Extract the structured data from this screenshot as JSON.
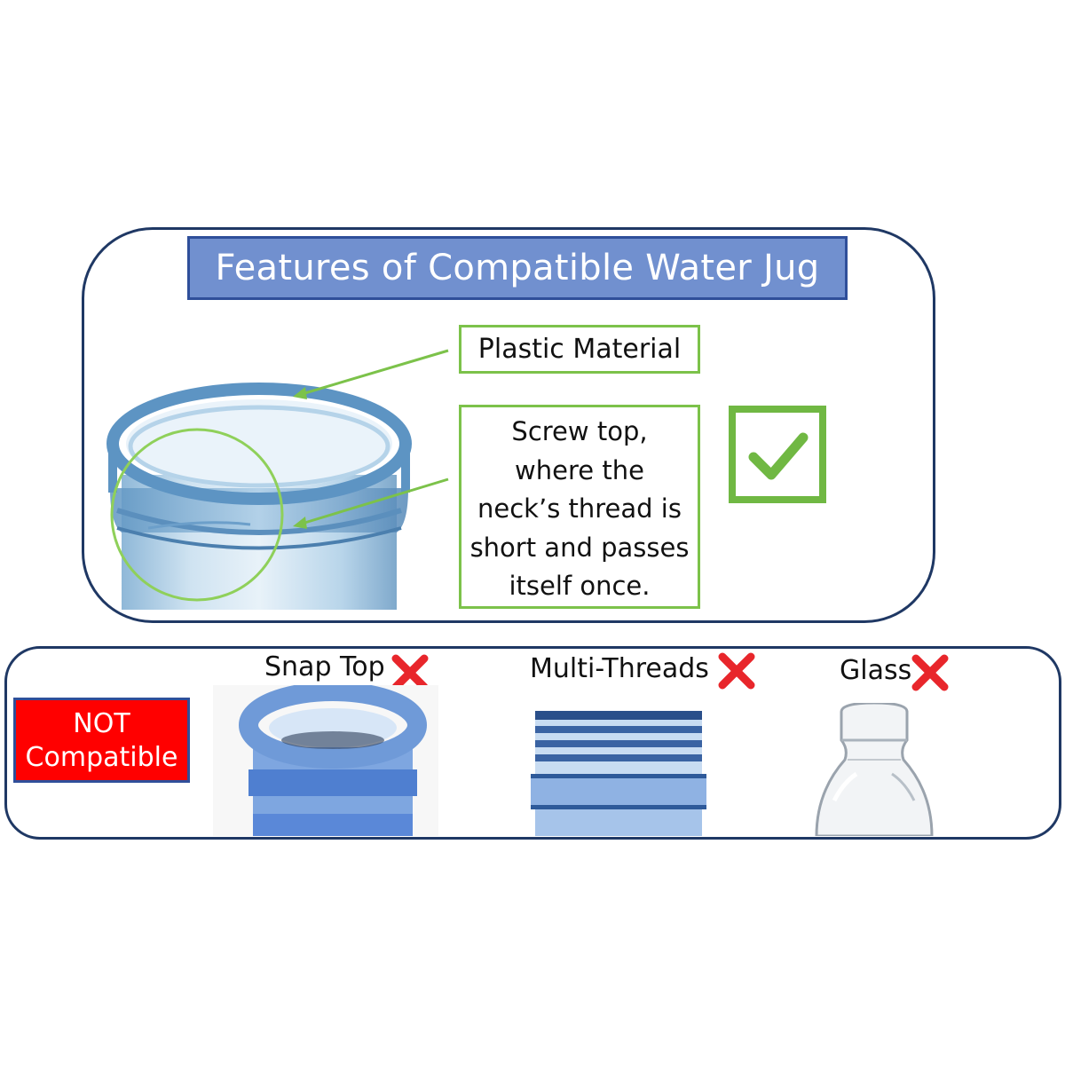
{
  "title": "Features of Compatible Water Jug",
  "compatible": {
    "material_label": "Plastic Material",
    "thread_label": "Screw top,\nwhere the\nneck’s thread is\nshort and passes\nitself once.",
    "check_icon": "checkmark-icon"
  },
  "not_compatible": {
    "badge_line1": "NOT",
    "badge_line2": "Compatible",
    "options": [
      {
        "label": "Snap Top",
        "icon": "red-x-icon"
      },
      {
        "label": "Multi-Threads",
        "icon": "red-x-icon"
      },
      {
        "label": "Glass",
        "icon": "red-x-icon"
      }
    ]
  },
  "colors": {
    "panel_border": "#1f3864",
    "title_bg": "#7190cf",
    "green": "#7cc24a",
    "red": "#ff0000",
    "x_red": "#e8262b"
  }
}
